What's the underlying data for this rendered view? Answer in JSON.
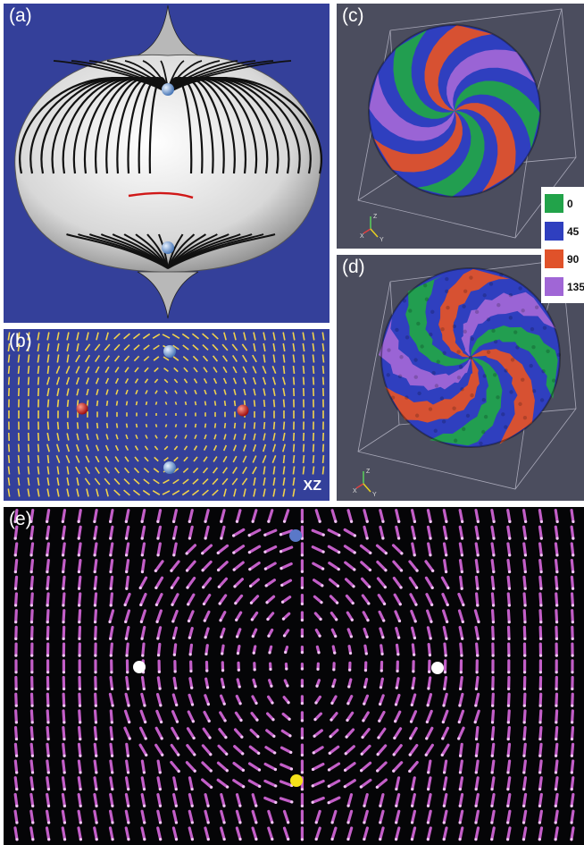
{
  "panels": {
    "a": {
      "label": "(a)"
    },
    "b": {
      "label": "(b)",
      "plane": "XZ"
    },
    "c": {
      "label": "(c)"
    },
    "d": {
      "label": "(d)"
    },
    "e": {
      "label": "(e)"
    }
  },
  "legend": {
    "items": [
      {
        "value": "0",
        "color": "#22a34a"
      },
      {
        "value": "45",
        "color": "#2f3fbf"
      },
      {
        "value": "90",
        "color": "#e0522a"
      },
      {
        "value": "135",
        "color": "#a066d6"
      }
    ]
  },
  "axes_triad": {
    "z": "Z",
    "x": "X",
    "y": "Y"
  },
  "colors": {
    "panel_bg_blue": "#34409a",
    "panel_bg_gray": "#4b4d5e",
    "panel_bg_black": "#050507",
    "vector_yellow": "#f2d24a",
    "arrow_magenta": "#c35ec8",
    "defect_blue": "#6aa0d8",
    "defect_red": "#d42020",
    "defect_white": "#ffffff",
    "defect_yellow": "#f5e21a"
  }
}
